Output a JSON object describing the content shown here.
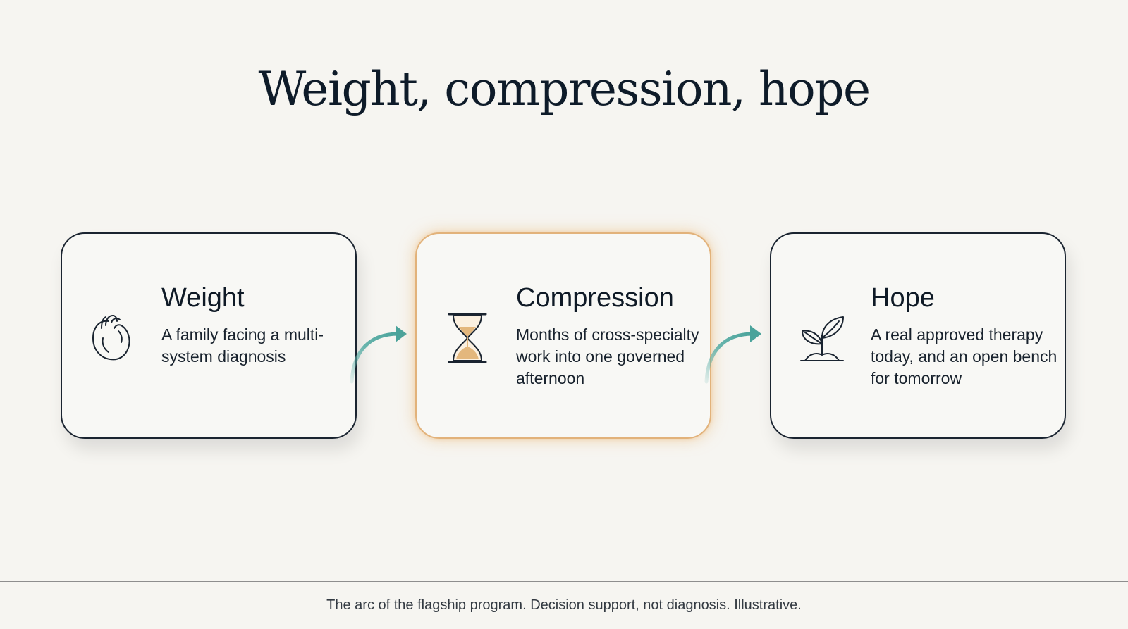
{
  "title": "Weight, compression, hope",
  "cards": [
    {
      "title": "Weight",
      "description": "A family facing a multi-system diagnosis",
      "icon": "heart-icon"
    },
    {
      "title": "Compression",
      "description": "Months of cross-specialty work into one governed afternoon",
      "icon": "hourglass-icon",
      "highlighted": true
    },
    {
      "title": "Hope",
      "description": "A real approved therapy today, and an open bench for tomorrow",
      "icon": "sprout-icon"
    }
  ],
  "connectors": [
    "arrow-icon",
    "arrow-icon"
  ],
  "footnote": "The arc of the flagship program. Decision support, not diagnosis. Illustrative.",
  "colors": {
    "background": "#f6f5f1",
    "text": "#0f1a26",
    "highlight_border": "#e2b27a",
    "arrow": "#5aaea6",
    "hourglass_sand": "#e3b77d"
  }
}
